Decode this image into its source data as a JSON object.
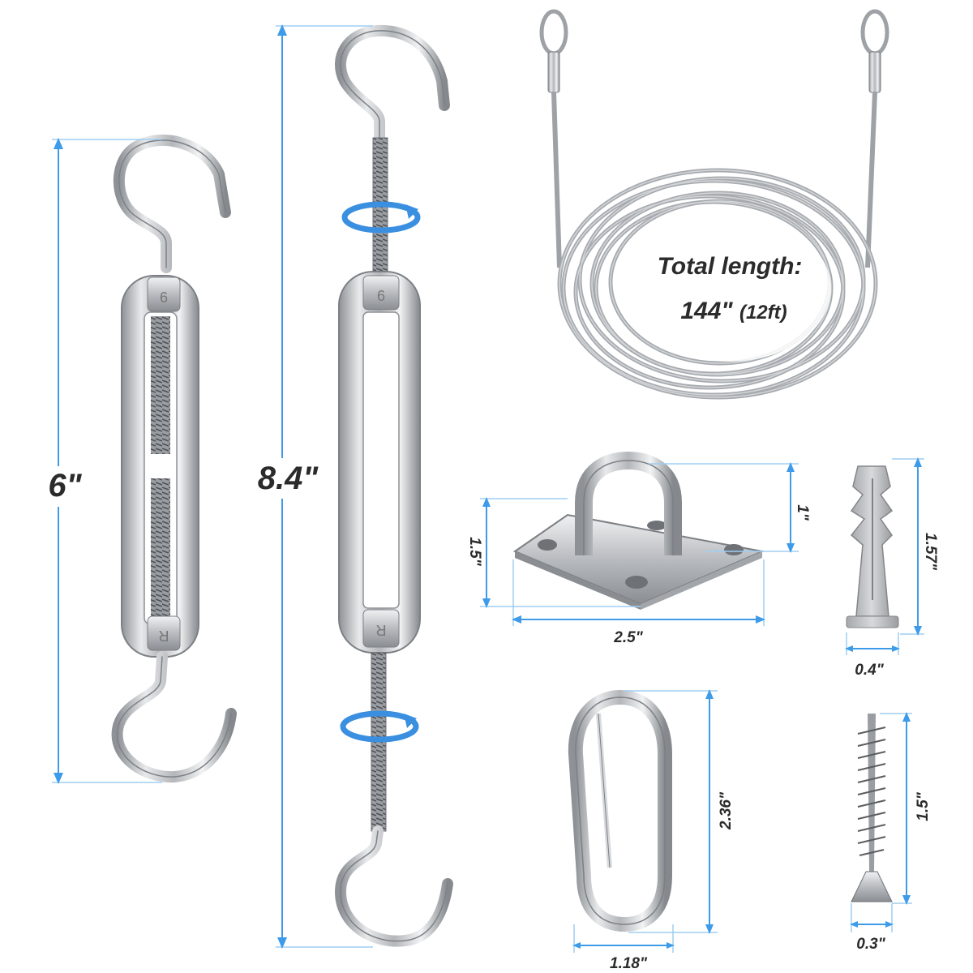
{
  "product": {
    "cable": {
      "label_line1": "Total length:",
      "label_line2_main": "144\"",
      "label_line2_sub": "(12ft)"
    },
    "turnbuckle_small": {
      "length": "6\""
    },
    "turnbuckle_large": {
      "length": "8.4\""
    },
    "pad_eye": {
      "width": "2.5\"",
      "depth": "1.5\"",
      "height": "1\""
    },
    "anchor": {
      "length": "1.57\"",
      "diameter": "0.4\""
    },
    "carabiner": {
      "length": "2.36\"",
      "width": "1.18\""
    },
    "screw": {
      "length": "1.5\"",
      "diameter": "0.3\""
    }
  },
  "colors": {
    "dimension_line": "#3d9be9",
    "rotation_arrow": "#3a8fe0",
    "metal": "#c4c6c9",
    "label_text": "#2b2b2b"
  },
  "icons": [
    "rotation-arrow-icon"
  ]
}
